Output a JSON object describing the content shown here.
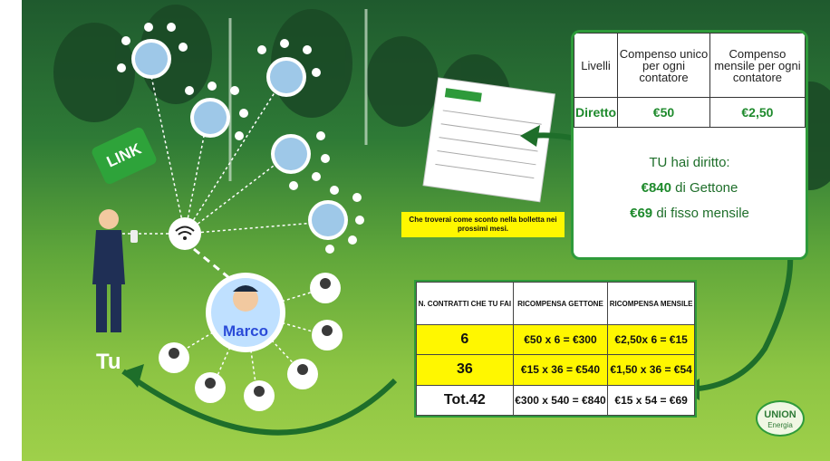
{
  "scene": {
    "link_label": "LINK",
    "tu_label": "Tu",
    "marco_label": "Marco",
    "caption": "Che troverai come sconto nella bolletta nei prossimi mesi."
  },
  "levels_table": {
    "headers": [
      "Livelli",
      "Compenso unico per ogni contatore",
      "Compenso mensile per ogni contatore"
    ],
    "row": [
      "Diretto",
      "€50",
      "€2,50"
    ],
    "message_line1": "TU hai diritto:",
    "message_amount1": "€840",
    "message_rest1": " di Gettone",
    "message_amount2": "€69",
    "message_rest2": " di fisso mensile"
  },
  "reward_table": {
    "headers": [
      "N. CONTRATTI CHE TU FAI",
      "RICOMPENSA GETTONE",
      "RICOMPENSA MENSILE"
    ],
    "rows": [
      [
        "6",
        "€50 x 6 = €300",
        "€2,50x 6 = €15"
      ],
      [
        "36",
        "€15 x 36 = €540",
        "€1,50 x 36 = €54"
      ],
      [
        "Tot.42",
        "€300 x 540 = €840",
        "€15 x 54 = €69"
      ]
    ]
  },
  "logo": {
    "line1": "UNION",
    "line2": "Energia"
  },
  "colors": {
    "green": "#2e9a3a",
    "yellow": "#fff700",
    "blue": "#2a4bd8"
  }
}
